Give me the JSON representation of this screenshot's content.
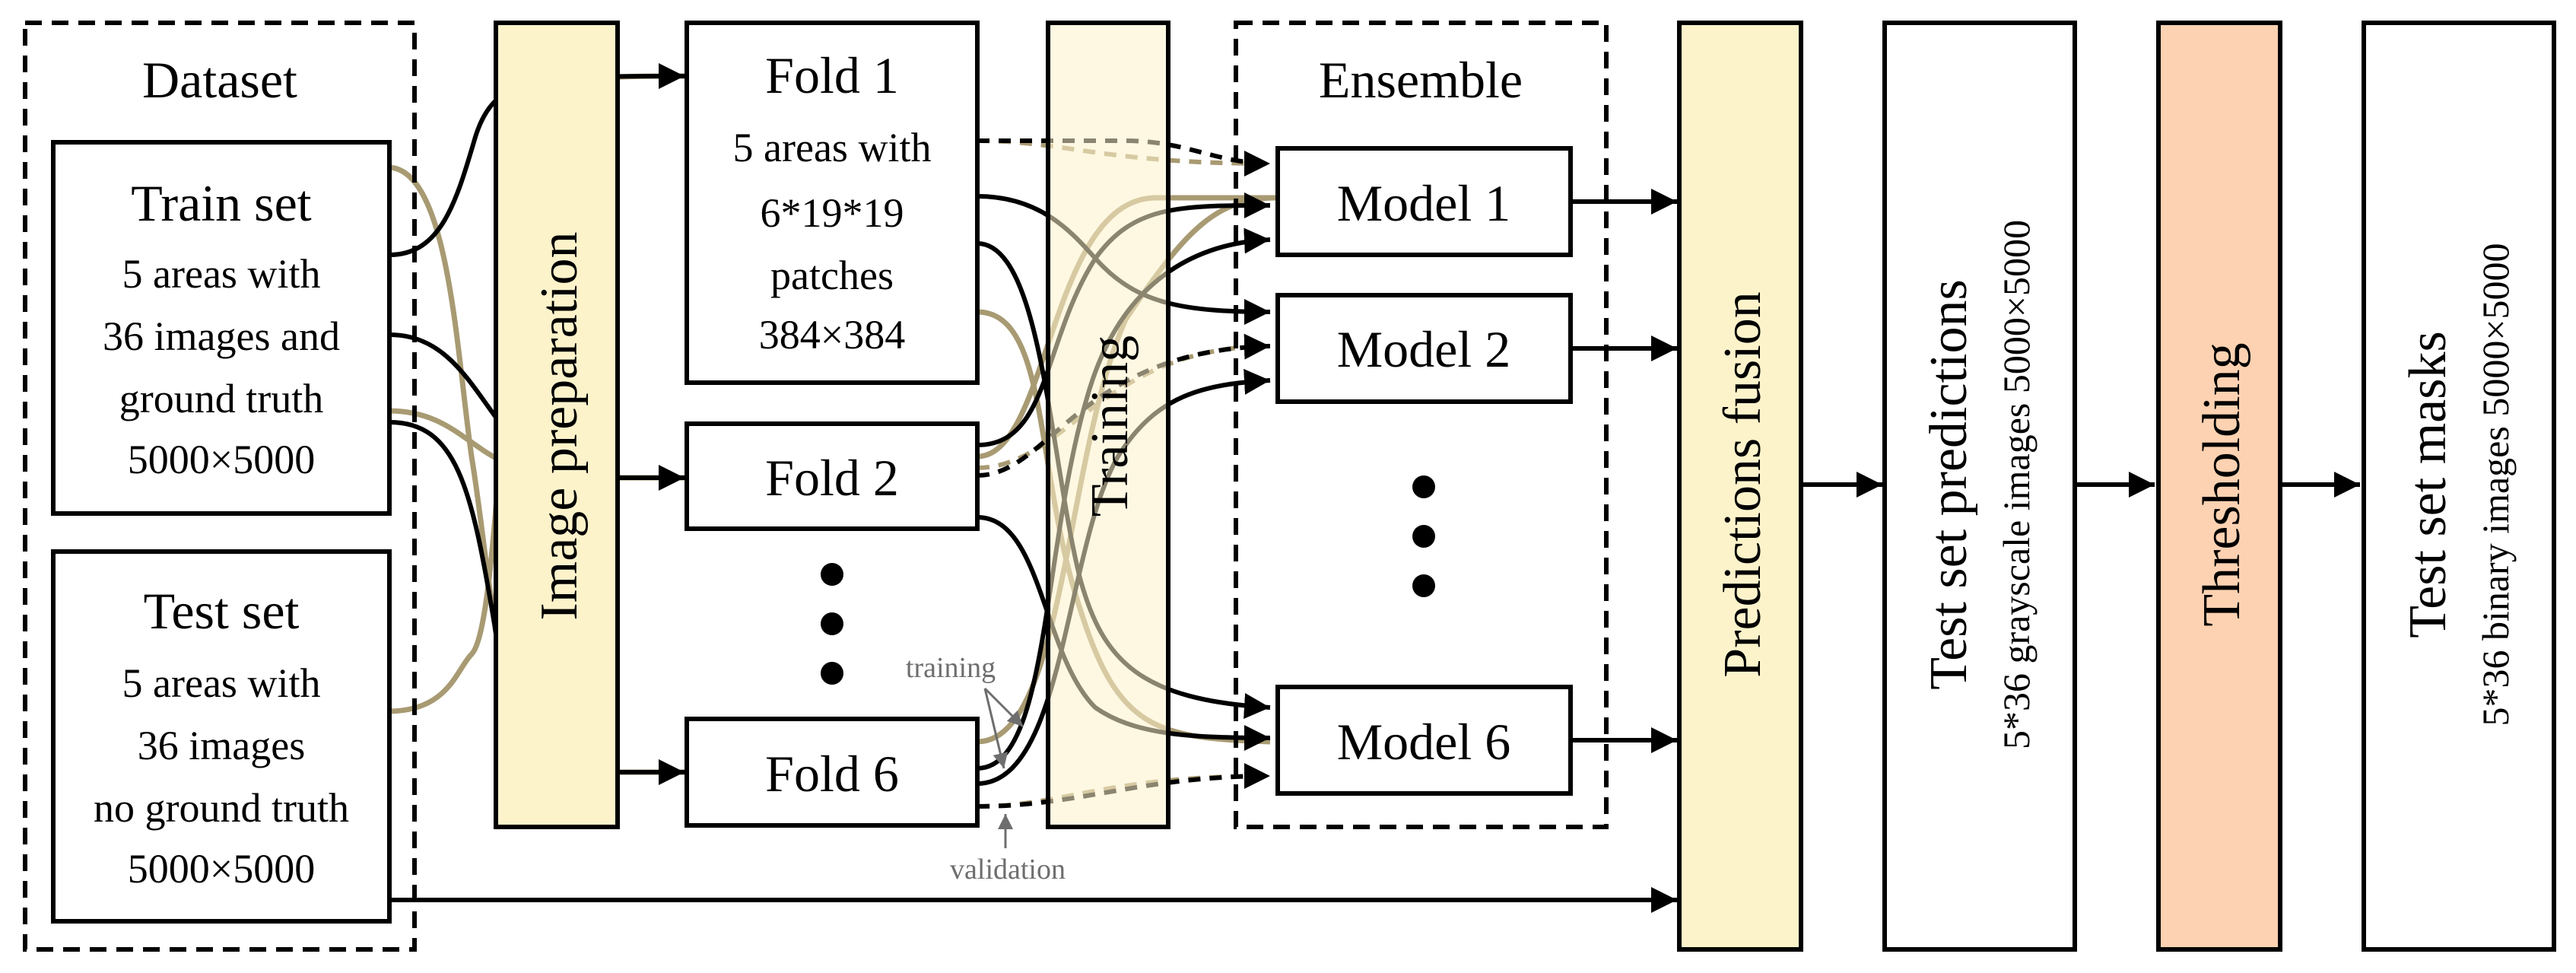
{
  "dataset": {
    "title": "Dataset",
    "train": {
      "title": "Train set",
      "lines": [
        "5 areas with",
        "36 images and",
        "ground truth",
        "5000×5000"
      ]
    },
    "test": {
      "title": "Test set",
      "lines": [
        "5 areas with",
        "36 images",
        "no ground truth",
        "5000×5000"
      ]
    }
  },
  "image_preparation": "Image preparation",
  "folds": {
    "fold1": {
      "title": "Fold 1",
      "lines": [
        "5 areas with",
        "6*19*19",
        "patches",
        "384×384"
      ]
    },
    "fold2": "Fold 2",
    "fold6": "Fold 6"
  },
  "training": "Training",
  "ensemble": {
    "title": "Ensemble",
    "models": [
      "Model 1",
      "Model 2",
      "Model 6"
    ]
  },
  "predictions_fusion": "Predictions fusion",
  "test_predictions": {
    "title": "Test set predictions",
    "subtitle": "5*36 grayscale images 5000×5000"
  },
  "thresholding": "Thresholding",
  "test_masks": {
    "title": "Test set masks",
    "subtitle": "5*36 binary images 5000×5000"
  },
  "annotations": {
    "training": "training",
    "validation": "validation"
  },
  "colors": {
    "stage_fill": "#fdf3cb",
    "threshold_fill": "#fdd2b2",
    "path_tan": "#a89a72"
  }
}
